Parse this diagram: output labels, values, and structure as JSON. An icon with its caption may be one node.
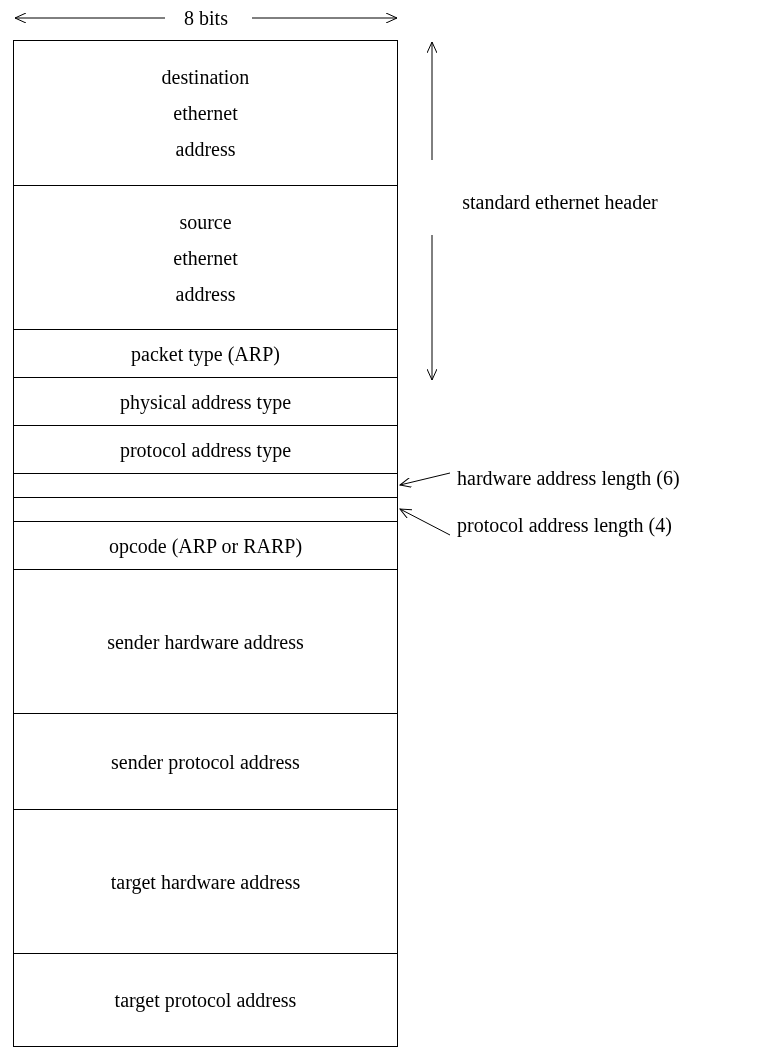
{
  "diagram": {
    "nodes": [
      {
        "text": [
          "destination ethernet address"
        ]
      },
      {
        "text": [
          "source ethernet address"
        ]
      },
      {
        "text": [
          "packet type (ARP)"
        ]
      },
      {
        "text": [
          "physical address type"
        ]
      },
      {
        "text": [
          "protocol address type"
        ]
      },
      {
        "text": [],
        "shape": "box"
      },
      {
        "text": [],
        "shape": "box"
      },
      {
        "text": [
          "opcode (ARP or RARP)"
        ]
      },
      {
        "text": [
          "sender hardware address"
        ]
      },
      {
        "text": [
          "sender protocol address"
        ]
      },
      {
        "text": [
          "target hardware address"
        ]
      },
      {
        "text": [
          "target protocol address"
        ]
      },
      {
        "text": [
          "hardware address length (6)"
        ]
      },
      {
        "text": [
          "protocol address length (4)"
        ]
      }
    ],
    "edges": [
      {
        "from": 12,
        "to": 5,
        "arrow": "to"
      },
      {
        "from": 13,
        "to": 6,
        "arrow": "to"
      }
    ],
    "labels": [
      "8 bits",
      "standard ethernet header"
    ]
  }
}
